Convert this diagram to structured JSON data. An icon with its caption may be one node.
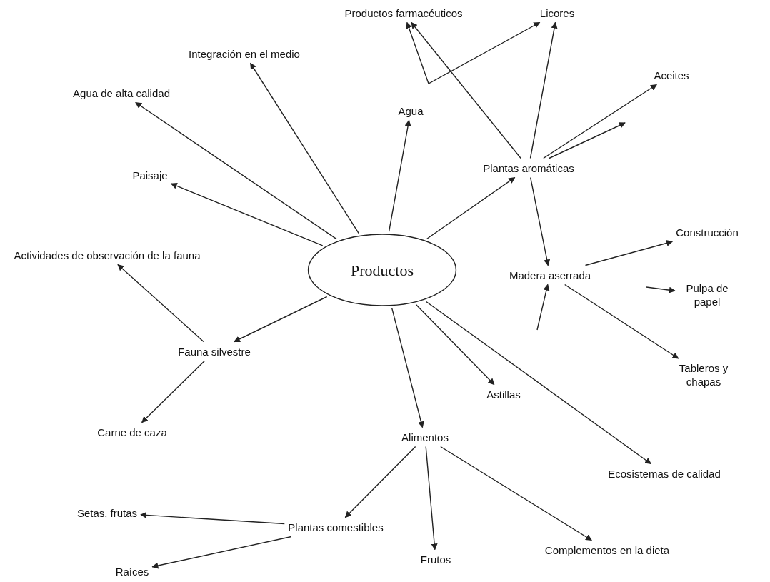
{
  "diagram": {
    "nodes": [
      {
        "text": [
          "Productos"
        ]
      },
      {
        "text": [
          "Integración en el medio"
        ]
      },
      {
        "text": [
          "Productos farmacéuticos"
        ]
      },
      {
        "text": [
          "Licores"
        ]
      },
      {
        "text": [
          "Agua de alta calidad"
        ]
      },
      {
        "text": [
          "Aceites"
        ]
      },
      {
        "text": [
          "Agua"
        ]
      },
      {
        "text": [
          "Plantas aromáticas"
        ]
      },
      {
        "text": [
          "Paisaje"
        ]
      },
      {
        "text": [
          "Actividades de observación de la fauna"
        ]
      },
      {
        "text": [
          "Madera aserrada"
        ]
      },
      {
        "text": [
          "Construcción"
        ]
      },
      {
        "text": [
          "Pulpa de papel"
        ]
      },
      {
        "text": [
          "Fauna silvestre"
        ]
      },
      {
        "text": [
          "Astillas"
        ]
      },
      {
        "text": [
          "Tableros y chapas"
        ]
      },
      {
        "text": [
          "Carne de caza"
        ]
      },
      {
        "text": [
          "Alimentos"
        ]
      },
      {
        "text": [
          "Ecosistemas de calidad"
        ]
      },
      {
        "text": [
          "Setas, frutas"
        ]
      },
      {
        "text": [
          "Plantas comestibles"
        ]
      },
      {
        "text": [
          "Frutos"
        ]
      },
      {
        "text": [
          "Complementos en la dieta"
        ]
      },
      {
        "text": [
          "Raíces"
        ]
      }
    ],
    "edges": [
      {
        "from": 0,
        "to": 1,
        "arrow": "to"
      },
      {
        "from": 0,
        "to": 4,
        "arrow": "to"
      },
      {
        "from": 0,
        "to": 8,
        "arrow": "to"
      },
      {
        "from": 0,
        "to": 6,
        "arrow": "to"
      },
      {
        "from": 0,
        "to": 7,
        "arrow": "to"
      },
      {
        "from": 0,
        "to": 13,
        "arrow": "to"
      },
      {
        "from": 0,
        "to": 17,
        "arrow": "to"
      },
      {
        "from": 0,
        "to": 14,
        "arrow": "to"
      },
      {
        "from": 0,
        "to": 18,
        "arrow": "to"
      },
      {
        "from": 2,
        "to": 3,
        "arrow": "both"
      },
      {
        "from": 7,
        "to": 2,
        "arrow": "to"
      },
      {
        "from": 7,
        "to": 3,
        "arrow": "to"
      },
      {
        "from": 7,
        "to": 5,
        "arrow": "to"
      },
      {
        "from": 7,
        "to": null,
        "arrow": "to"
      },
      {
        "from": 7,
        "to": 10,
        "arrow": "to"
      },
      {
        "from": null,
        "to": 10,
        "arrow": "to"
      },
      {
        "from": 10,
        "to": 11,
        "arrow": "to"
      },
      {
        "from": null,
        "to": 12,
        "arrow": "to"
      },
      {
        "from": 10,
        "to": 15,
        "arrow": "to"
      },
      {
        "from": 13,
        "to": 9,
        "arrow": "to"
      },
      {
        "from": 13,
        "to": 16,
        "arrow": "to"
      },
      {
        "from": 17,
        "to": 20,
        "arrow": "to"
      },
      {
        "from": 17,
        "to": 21,
        "arrow": "to"
      },
      {
        "from": 17,
        "to": 22,
        "arrow": "to"
      },
      {
        "from": 20,
        "to": 19,
        "arrow": "to"
      },
      {
        "from": 20,
        "to": 23,
        "arrow": "to"
      }
    ]
  }
}
